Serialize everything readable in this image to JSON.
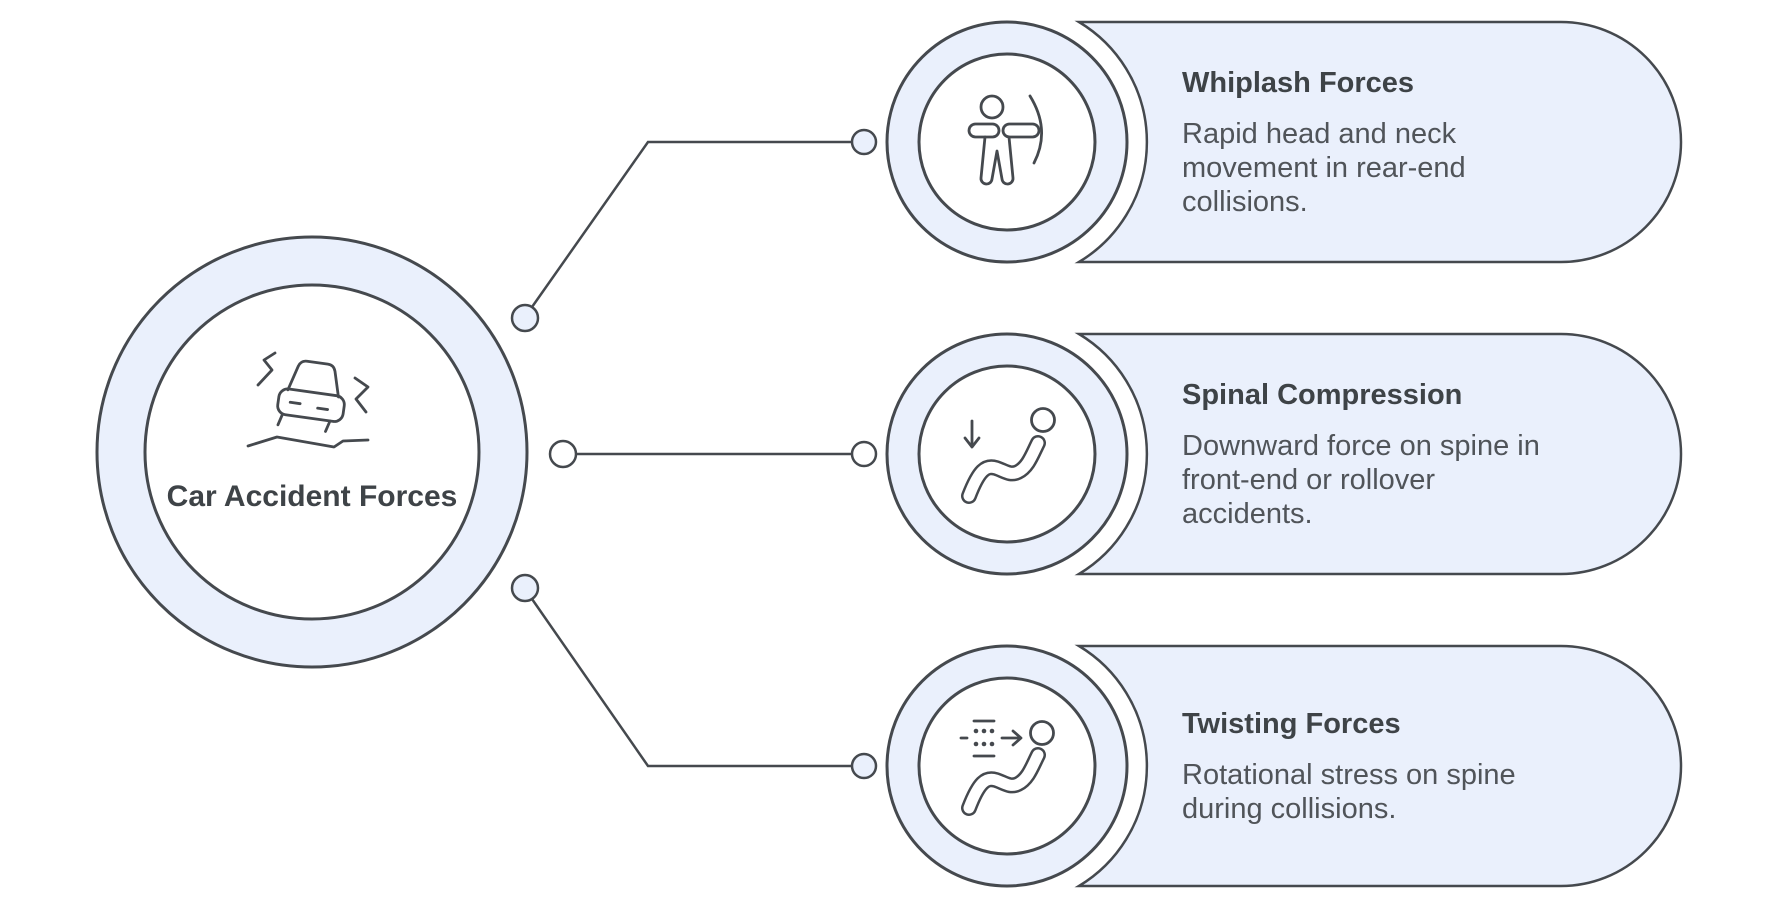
{
  "colors": {
    "fill_light_blue": "#eaf0fc",
    "stroke_dark": "#45494e",
    "title_text": "#3e4347",
    "body_text": "#505459",
    "background": "#ffffff"
  },
  "hub": {
    "label": "Car Accident Forces",
    "icon": "crashed-car-icon"
  },
  "cards": [
    {
      "title": "Whiplash Forces",
      "lines": [
        "Rapid head and neck",
        "movement in rear-end",
        "collisions."
      ],
      "icon": "whiplash-person-icon"
    },
    {
      "title": "Spinal Compression",
      "lines": [
        "Downward force on spine in",
        "front-end or rollover",
        "accidents."
      ],
      "icon": "spinal-compression-icon"
    },
    {
      "title": "Twisting Forces",
      "lines": [
        "Rotational stress on spine",
        "during collisions."
      ],
      "icon": "twisting-forces-icon"
    }
  ]
}
